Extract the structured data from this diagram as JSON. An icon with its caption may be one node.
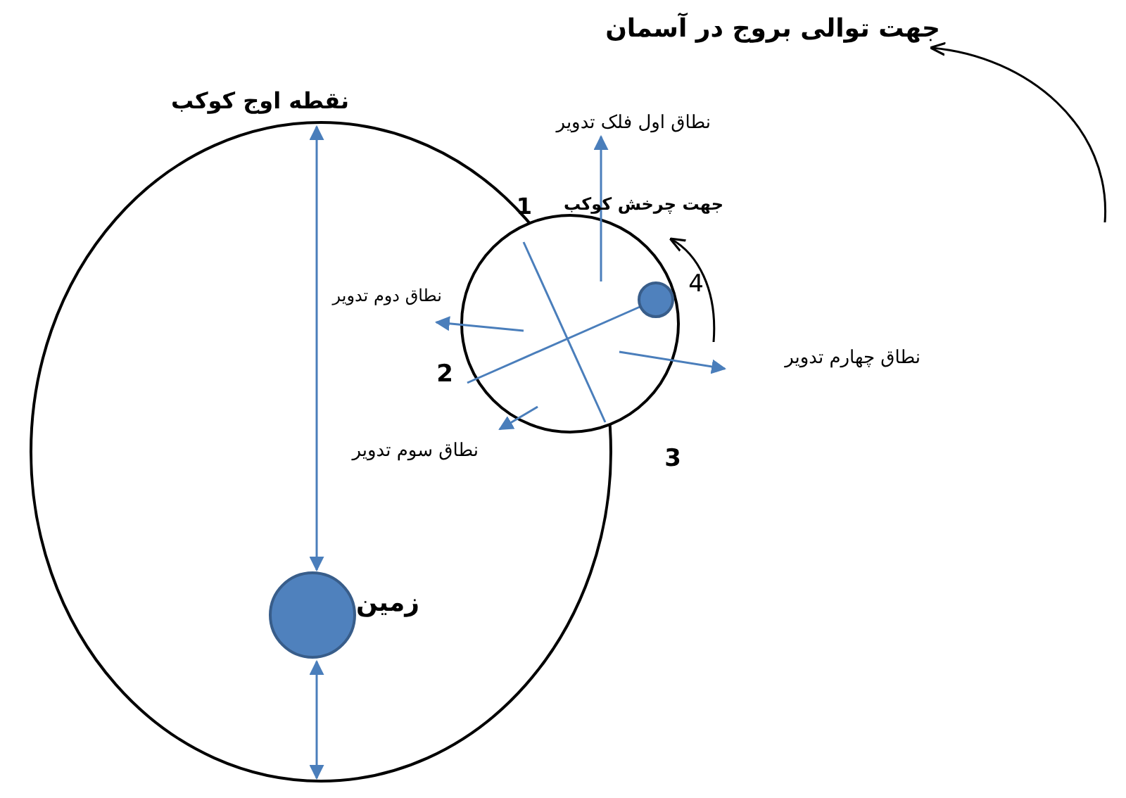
{
  "diagram": {
    "labels": [
      "جهت توالی بروج در آسمان",
      "نقطه اوج کوکب",
      "نطاق اول فلک تدویر",
      "1",
      "جهت چرخش کوکب",
      "نطاق دوم تدویر",
      "4",
      "نطاق چهارم تدویر",
      "2",
      "نطاق سوم تدویر",
      "3",
      "زمین"
    ]
  }
}
